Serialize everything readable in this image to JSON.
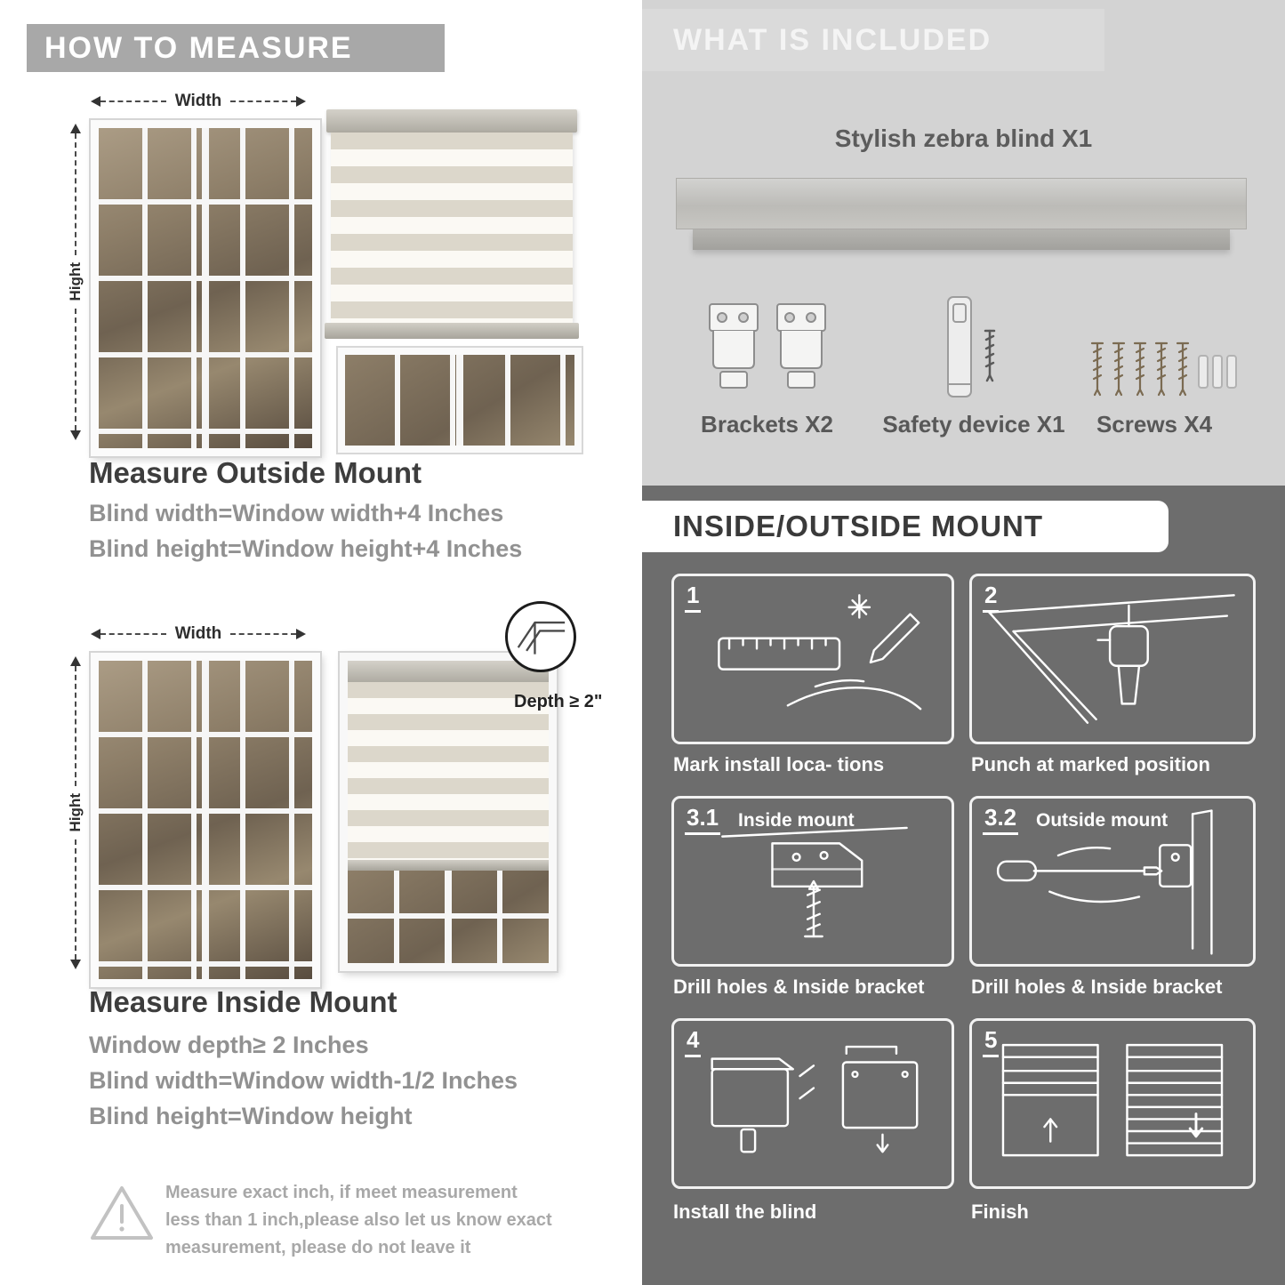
{
  "page": {
    "colors": {
      "header_gray": "#a8a8a8",
      "light_panel": "#d3d3d3",
      "dark_panel": "#6d6d6d",
      "heading_text": "#3d3d3d",
      "body_text": "#919191"
    },
    "left": {
      "header": "HOW TO MEASURE",
      "outside_section": {
        "width_label": "Width",
        "height_label": "Hight",
        "heading": "Measure Outside Mount",
        "rule1": "Blind width=Window width+4 Inches",
        "rule2": "Blind height=Window height+4 Inches"
      },
      "inside_section": {
        "width_label": "Width",
        "height_label": "Hight",
        "depth_label": "Depth ≥ 2\"",
        "heading": "Measure Inside Mount",
        "rule1": "Window depth≥ 2 Inches",
        "rule2": "Blind width=Window width-1/2 Inches",
        "rule3": "Blind height=Window height"
      },
      "warning_text": "Measure exact inch, if meet measurement less than 1 inch,please also let us know exact measurement, please do not leave it"
    },
    "right": {
      "included": {
        "header": "WHAT IS INCLUDED",
        "blind_label": "Stylish zebra blind X1",
        "items": [
          {
            "label": "Brackets X2"
          },
          {
            "label": "Safety device X1"
          },
          {
            "label": "Screws X4"
          }
        ]
      },
      "mount": {
        "header": "INSIDE/OUTSIDE MOUNT",
        "steps": [
          {
            "num": "1",
            "caption": "Mark install loca- tions"
          },
          {
            "num": "2",
            "caption": "Punch at  marked position"
          },
          {
            "num": "3.1",
            "title": "Inside mount",
            "caption": "Drill holes &  Inside bracket"
          },
          {
            "num": "3.2",
            "title": "Outside mount",
            "caption": "Drill holes &  Inside bracket"
          },
          {
            "num": "4",
            "caption": "Install the blind"
          },
          {
            "num": "5",
            "caption": "Finish"
          }
        ]
      }
    }
  }
}
